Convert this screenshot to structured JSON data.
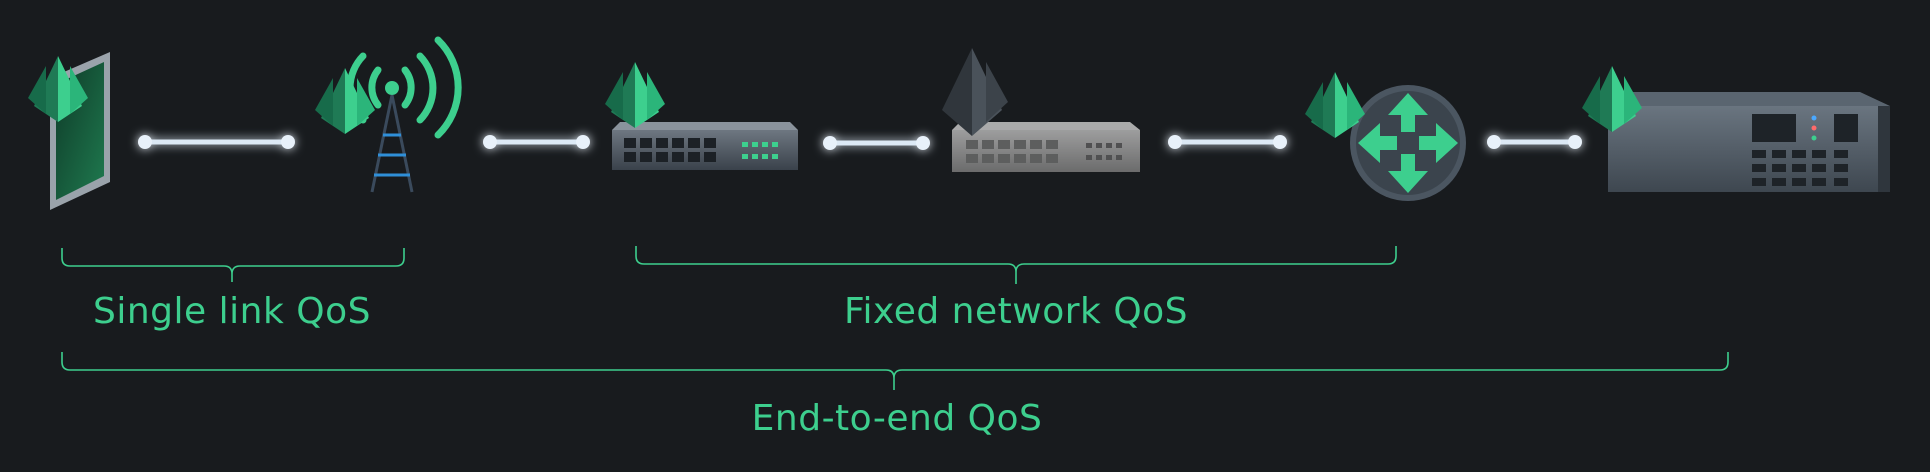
{
  "colors": {
    "background": "#181b1e",
    "accent_green": "#3dcf8e",
    "link_glow": "#4aa8ff",
    "device_gray": "#5b6570",
    "device_dark": "#3a424b"
  },
  "devices": [
    {
      "name": "user-device-icon"
    },
    {
      "name": "cell-tower-icon"
    },
    {
      "name": "network-switch-icon"
    },
    {
      "name": "network-switch-gray-icon"
    },
    {
      "name": "router-icon"
    },
    {
      "name": "server-rack-icon"
    }
  ],
  "labels": {
    "single_link": "Single link QoS",
    "fixed_network": "Fixed network QoS",
    "end_to_end": "End-to-end QoS"
  }
}
